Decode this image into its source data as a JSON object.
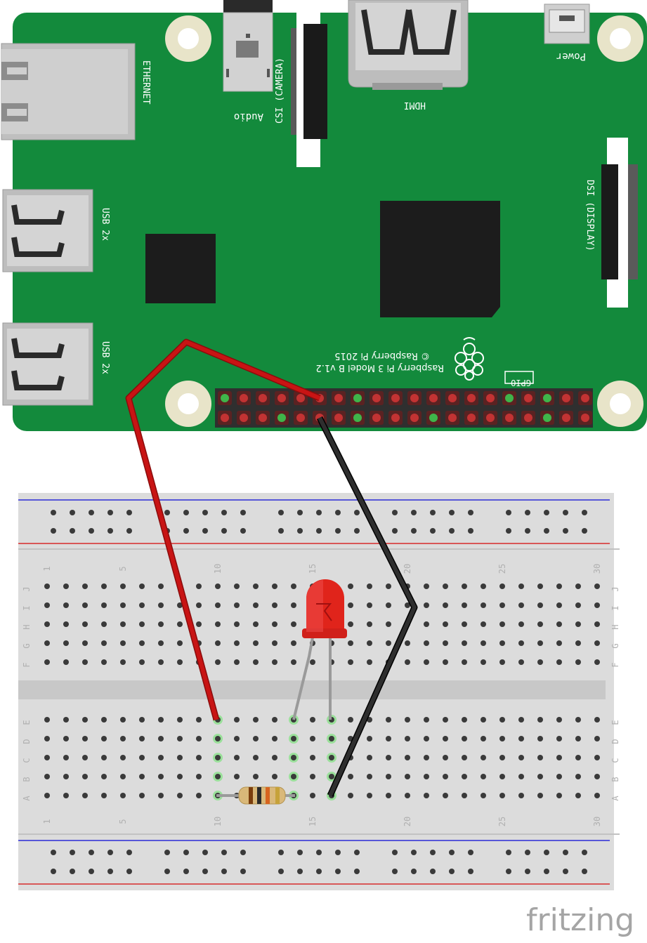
{
  "board": {
    "ethernet_label": "ETHERNET",
    "usb_label_top": "USB 2x",
    "usb_label_bottom": "USB 2x",
    "audio_label": "Audio",
    "camera_label": "CSI (CAMERA)",
    "hdmi_label": "HDMI",
    "power_label": "Power",
    "display_label": "DSI (DISPLAY)",
    "gpio_label": "GPIO",
    "model_line1": "Raspberry Pi 3 Model B v1.2",
    "model_line2": "© Raspberry Pi 2015"
  },
  "breadboard": {
    "row_letters_top": [
      "J",
      "I",
      "H",
      "G",
      "F"
    ],
    "row_letters_bottom": [
      "E",
      "D",
      "C",
      "B",
      "A"
    ],
    "column_numbers": [
      "1",
      "5",
      "10",
      "15",
      "20",
      "25",
      "30"
    ]
  },
  "colors": {
    "pcb": "#138a3c",
    "red_wire": "#c81414",
    "black_wire": "#2a2a2a",
    "led": "#e0241b",
    "breadboard": "#dcdcdc"
  },
  "branding": {
    "logo_text": "fritzing"
  }
}
